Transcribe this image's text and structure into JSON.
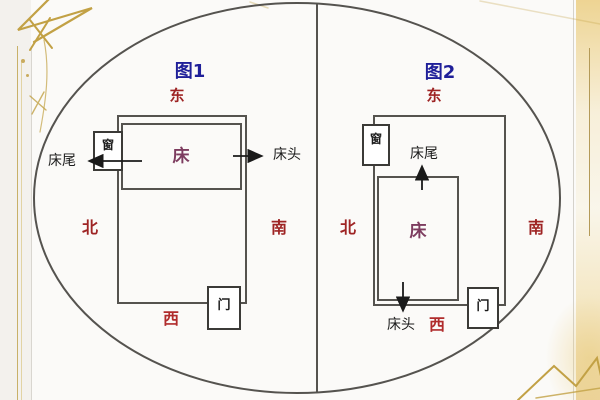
{
  "colors": {
    "figure_title_blue": "#1f1f99",
    "direction_red": "#9e2424",
    "west_red": "#b02c2c",
    "bed_purple": "#7d3c5f",
    "diagram_line": "#55534f",
    "gold_decor": "#c2a145"
  },
  "figures": [
    {
      "title": "图1",
      "directions": {
        "east": "东",
        "south": "南",
        "west": "西",
        "north": "北"
      },
      "bed": "床",
      "window": "窗",
      "door": "门",
      "bed_head": "床头",
      "bed_tail": "床尾"
    },
    {
      "title": "图2",
      "directions": {
        "east": "东",
        "south": "南",
        "west": "西",
        "north": "北"
      },
      "bed": "床",
      "window": "窗",
      "door": "门",
      "bed_head": "床头",
      "bed_tail": "床尾"
    }
  ]
}
